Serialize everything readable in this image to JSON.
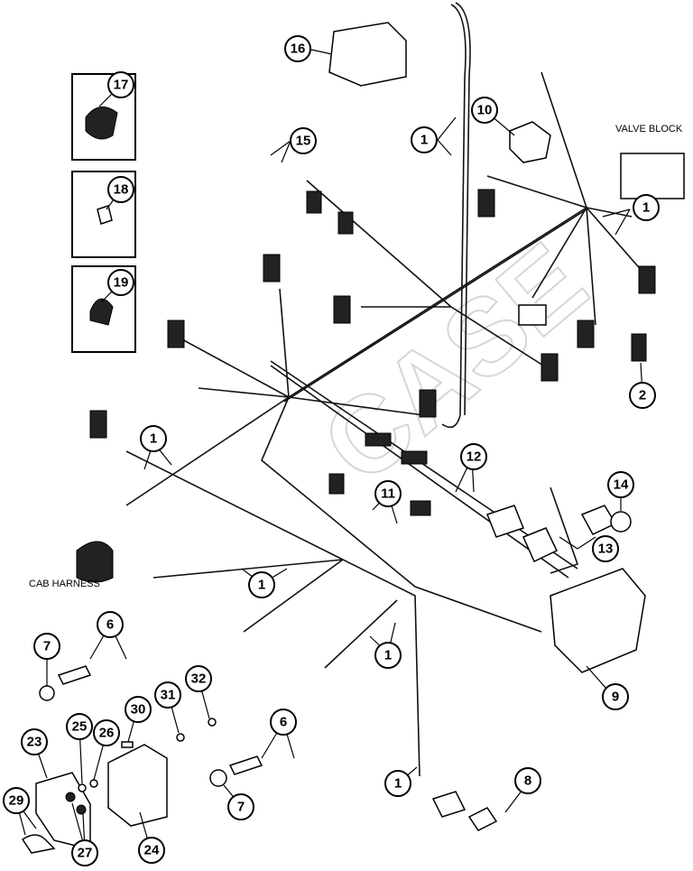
{
  "diagram": {
    "title": "Wiring harness exploded view",
    "labels": {
      "valve_block": "VALVE BLOCK",
      "cab_harness": "CAB HARNESS"
    },
    "watermark": "CASE",
    "callouts": [
      {
        "id": "c16",
        "num": "16"
      },
      {
        "id": "c17",
        "num": "17"
      },
      {
        "id": "c18",
        "num": "18"
      },
      {
        "id": "c19",
        "num": "19"
      },
      {
        "id": "c15",
        "num": "15"
      },
      {
        "id": "c10",
        "num": "10"
      },
      {
        "id": "c1a",
        "num": "1"
      },
      {
        "id": "c1b",
        "num": "1"
      },
      {
        "id": "c2",
        "num": "2"
      },
      {
        "id": "c1c",
        "num": "1"
      },
      {
        "id": "c12",
        "num": "12"
      },
      {
        "id": "c11",
        "num": "11"
      },
      {
        "id": "c14",
        "num": "14"
      },
      {
        "id": "c13",
        "num": "13"
      },
      {
        "id": "c1d",
        "num": "1"
      },
      {
        "id": "c6a",
        "num": "6"
      },
      {
        "id": "c7a",
        "num": "7"
      },
      {
        "id": "c1e",
        "num": "1"
      },
      {
        "id": "c9",
        "num": "9"
      },
      {
        "id": "c32",
        "num": "32"
      },
      {
        "id": "c31",
        "num": "31"
      },
      {
        "id": "c30",
        "num": "30"
      },
      {
        "id": "c25",
        "num": "25"
      },
      {
        "id": "c26",
        "num": "26"
      },
      {
        "id": "c23",
        "num": "23"
      },
      {
        "id": "c6b",
        "num": "6"
      },
      {
        "id": "c7b",
        "num": "7"
      },
      {
        "id": "c1f",
        "num": "1"
      },
      {
        "id": "c8",
        "num": "8"
      },
      {
        "id": "c29",
        "num": "29"
      },
      {
        "id": "c27",
        "num": "27"
      },
      {
        "id": "c24",
        "num": "24"
      }
    ]
  }
}
